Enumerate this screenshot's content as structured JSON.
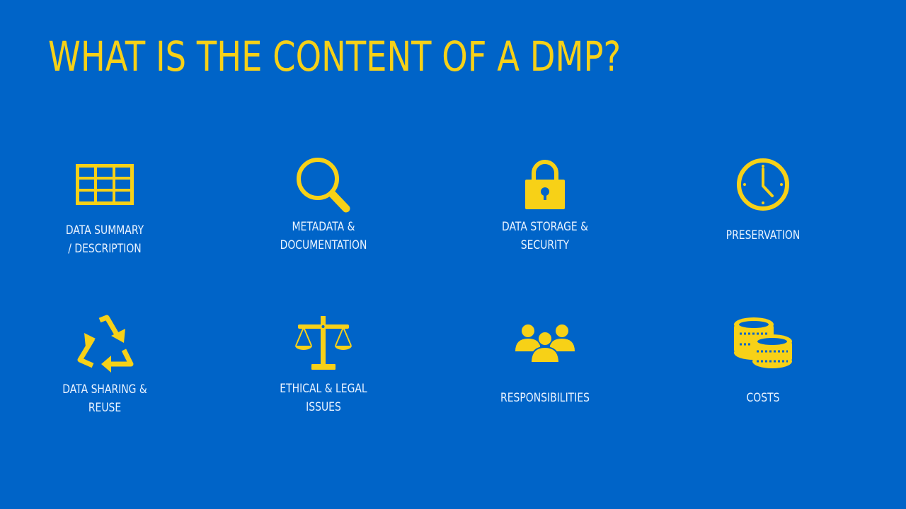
{
  "slide": {
    "title": "WHAT IS THE CONTENT OF A DMP?",
    "colors": {
      "background": "#0064c8",
      "accent": "#f7d117",
      "label_text": "#eaf4ff"
    },
    "items": [
      {
        "icon": "table-grid-icon",
        "label": "DATA SUMMARY\n/ DESCRIPTION"
      },
      {
        "icon": "magnifier-icon",
        "label": "METADATA &\nDOCUMENTATION"
      },
      {
        "icon": "padlock-icon",
        "label": "DATA STORAGE &\nSECURITY"
      },
      {
        "icon": "clock-icon",
        "label": "PRESERVATION"
      },
      {
        "icon": "recycle-icon",
        "label": "DATA SHARING &\nREUSE"
      },
      {
        "icon": "scales-icon",
        "label": "ETHICAL & LEGAL\nISSUES"
      },
      {
        "icon": "people-group-icon",
        "label": "RESPONSIBILITIES"
      },
      {
        "icon": "coins-stack-icon",
        "label": "COSTS"
      }
    ]
  }
}
